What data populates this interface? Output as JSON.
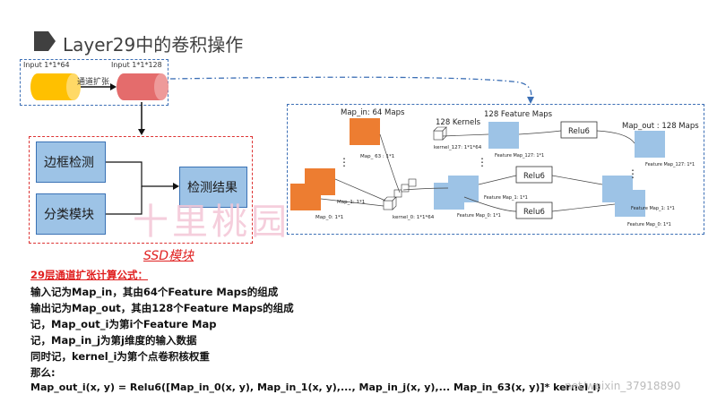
{
  "title": "Layer29中的卷积操作",
  "pipeline": {
    "input_left_label": "Input 1*1*64",
    "input_right_label": "Input 1*1*128",
    "arrow_label": "通道扩张"
  },
  "ssd": {
    "box_detect": "边框检测",
    "box_classify": "分类模块",
    "box_result": "检测结果",
    "label": "SSD模块"
  },
  "figure": {
    "map_in_label": "Map_in: 64 Maps",
    "kernels_label": "128 Kernels",
    "feature_maps_label": "128 Feature Maps",
    "map_out_label": "Map_out : 128 Maps",
    "map_63": "Map_ 63 : 1*1",
    "map_1": "Map_1: 1*1",
    "map_0": "Map_0: 1*1",
    "kernel_127": "kernel_127: 1*1*64",
    "kernel_0": "kernel_0: 1*1*64",
    "feature_127_mid": "Feature Map_127: 1*1",
    "feature_1_mid": "Feature Map_1: 1*1",
    "feature_0_mid": "Feature Map_0: 1*1",
    "feature_127_right": "Feature Map_127: 1*1",
    "feature_1_right": "Feature Map_1: 1*1",
    "feature_0_right": "Feature Map_0: 1*1",
    "relu_top": "Relu6",
    "relu_mid": "Relu6",
    "relu_bot": "Relu6",
    "dots": "⋮"
  },
  "formula": {
    "heading": "29层通道扩张计算公式：",
    "lines": [
      "输入记为Map_in，其由64个Feature Maps的组成",
      "输出记为Map_out，其由128个Feature Maps的组成",
      "记，Map_out_i为第i个Feature Map",
      "记，Map_in_j为第j维度的输入数据",
      "同时记，kernel_i为第个点卷积核权重",
      "那么:",
      "Map_out_i(x, y) = Relu6([Map_in_0(x, y), Map_in_1(x, y),..., Map_in_j(x, y),... Map_in_63(x, y)]* kernel_i)"
    ]
  },
  "watermark": "十里桃园",
  "url_watermark": "net/weixin_37918890",
  "colors": {
    "input_left": "#ffc000",
    "input_right": "#e46c6c",
    "orange_map": "#ed7d31",
    "blue_map": "#9dc3e6",
    "accent_red": "#e02020"
  }
}
